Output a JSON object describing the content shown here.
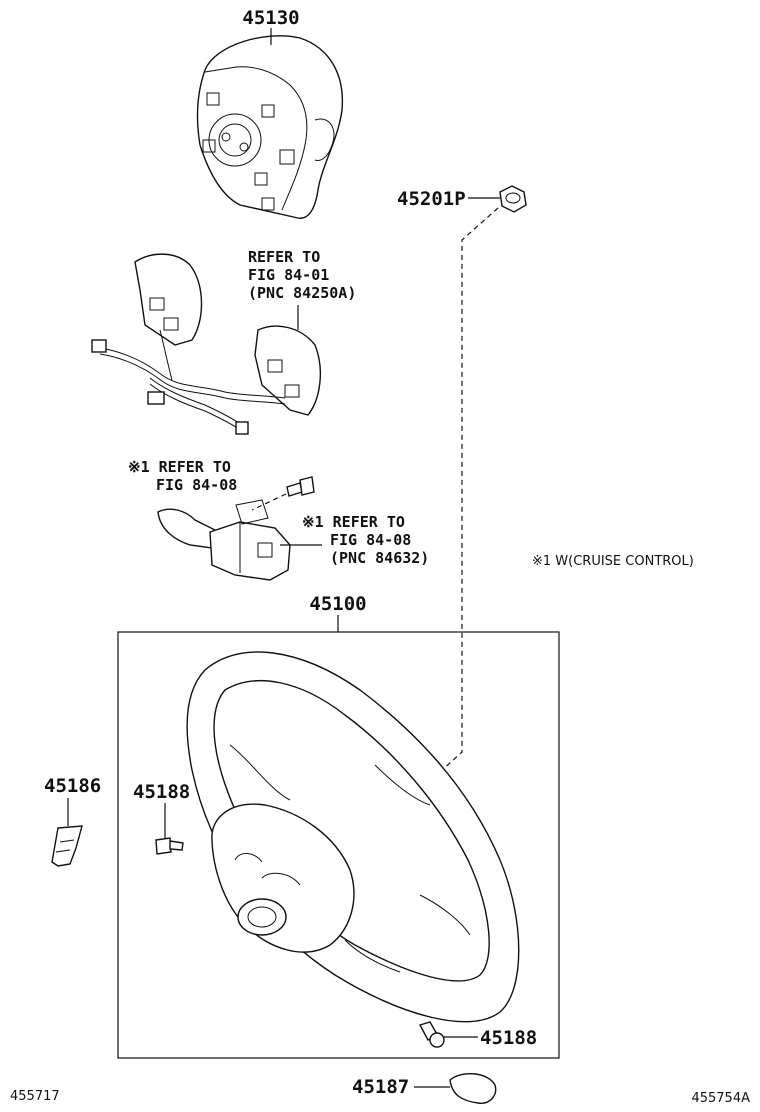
{
  "parts": {
    "p45130": "45130",
    "p45201p": "45201P",
    "p45100": "45100",
    "p45186": "45186",
    "p45188_left": "45188",
    "p45188_right": "45188",
    "p45187": "45187"
  },
  "refs": {
    "ref1": [
      "REFER TO",
      "FIG 84-01",
      "(PNC 84250A)"
    ],
    "ref2": [
      "※1 REFER TO",
      "FIG 84-08"
    ],
    "ref3": [
      "※1 REFER TO",
      "FIG 84-08",
      "(PNC 84632)"
    ]
  },
  "note": "※1 W(CRUISE CONTROL)",
  "codes": {
    "bottom_left": "455717",
    "bottom_right": "455754A"
  }
}
